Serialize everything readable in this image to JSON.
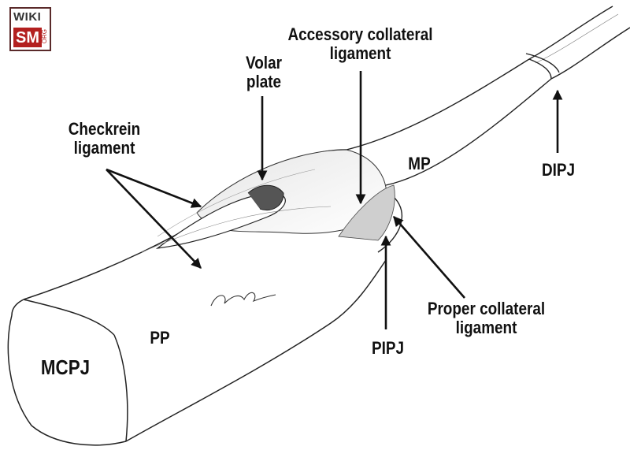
{
  "logo": {
    "top": "WIKI",
    "bottom": "SM",
    "suffix": "ORG"
  },
  "labels": {
    "checkrein_line1": "Checkrein",
    "checkrein_line2": "ligament",
    "volar_line1": "Volar",
    "volar_line2": "plate",
    "accessory_line1": "Accessory collateral",
    "accessory_line2": "ligament",
    "mp": "MP",
    "dipj": "DIPJ",
    "proper_line1": "Proper collateral",
    "proper_line2": "ligament",
    "pipj": "PIPJ",
    "pp": "PP",
    "mcpj": "MCPJ"
  },
  "colors": {
    "ink": "#111111",
    "logo_red": "#b3201f",
    "logo_border": "#5a2a2a"
  }
}
